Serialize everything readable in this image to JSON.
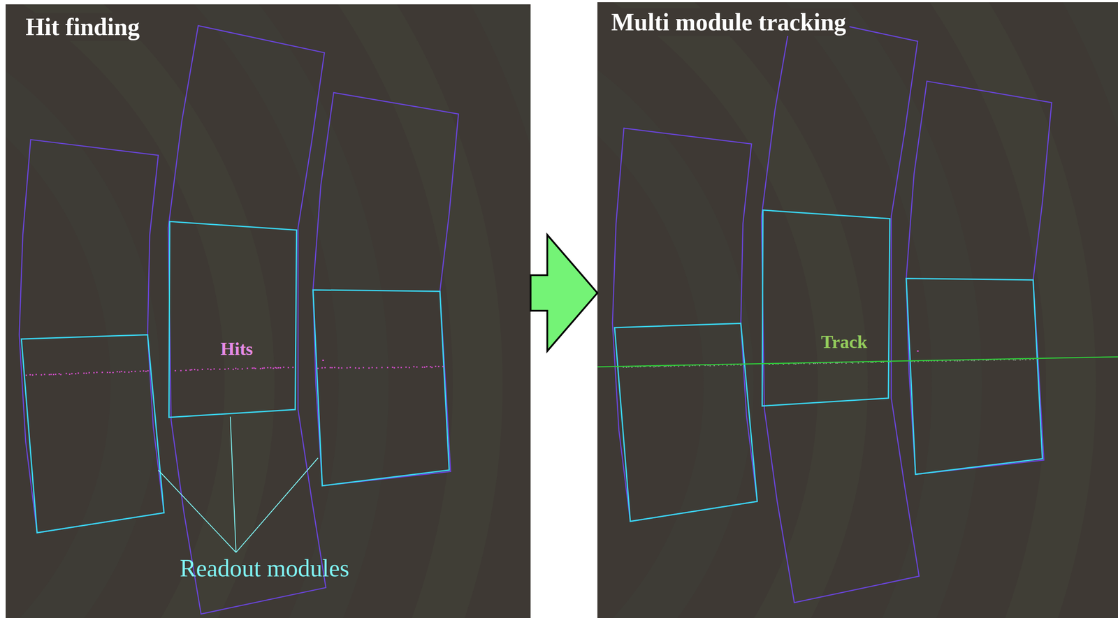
{
  "diagram": {
    "nodes": [
      {
        "text": [
          "Hit finding"
        ]
      },
      {
        "text": [
          "Multi module tracking"
        ]
      }
    ],
    "edges": [
      {
        "from": 0,
        "to": 1,
        "arrow": "to"
      }
    ],
    "labels": [
      "Hits",
      "Readout modules",
      "Track"
    ]
  }
}
